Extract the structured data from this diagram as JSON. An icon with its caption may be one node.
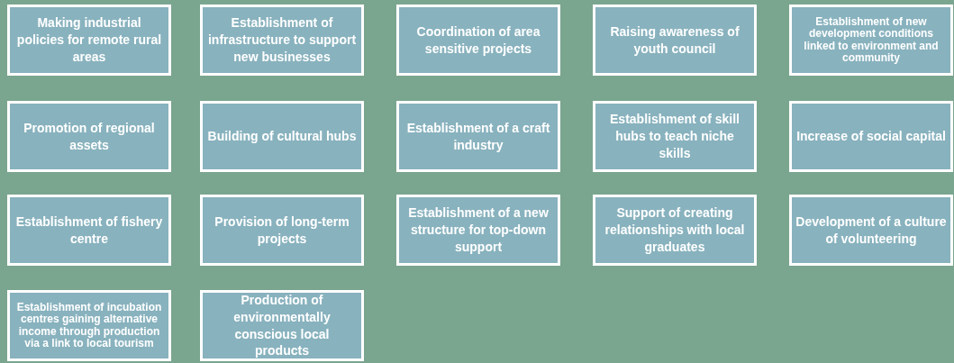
{
  "diagram": {
    "nodes": [
      {
        "text": [
          "Making industrial policies for remote rural areas"
        ]
      },
      {
        "text": [
          "Establishment of infrastructure to support new businesses"
        ]
      },
      {
        "text": [
          "Coordination of area sensitive projects"
        ]
      },
      {
        "text": [
          "Raising awareness of youth council"
        ]
      },
      {
        "text": [
          "Establishment of new development conditions linked to environment and community"
        ]
      },
      {
        "text": [
          "Promotion of regional assets"
        ]
      },
      {
        "text": [
          "Building of cultural hubs"
        ]
      },
      {
        "text": [
          "Establishment of a craft industry"
        ]
      },
      {
        "text": [
          "Establishment of skill hubs to teach niche skills"
        ]
      },
      {
        "text": [
          "Increase of social capital"
        ]
      },
      {
        "text": [
          "Establishment of fishery centre"
        ]
      },
      {
        "text": [
          "Provision of long-term projects"
        ]
      },
      {
        "text": [
          "Establishment of a new structure for top-down support"
        ]
      },
      {
        "text": [
          "Support of creating relationships with local graduates"
        ]
      },
      {
        "text": [
          "Development of a culture of volunteering"
        ]
      },
      {
        "text": [
          "Establishment of incubation centres gaining alternative income through production via a link to local tourism"
        ]
      },
      {
        "text": [
          "Production of environmentally conscious local products"
        ]
      }
    ]
  }
}
